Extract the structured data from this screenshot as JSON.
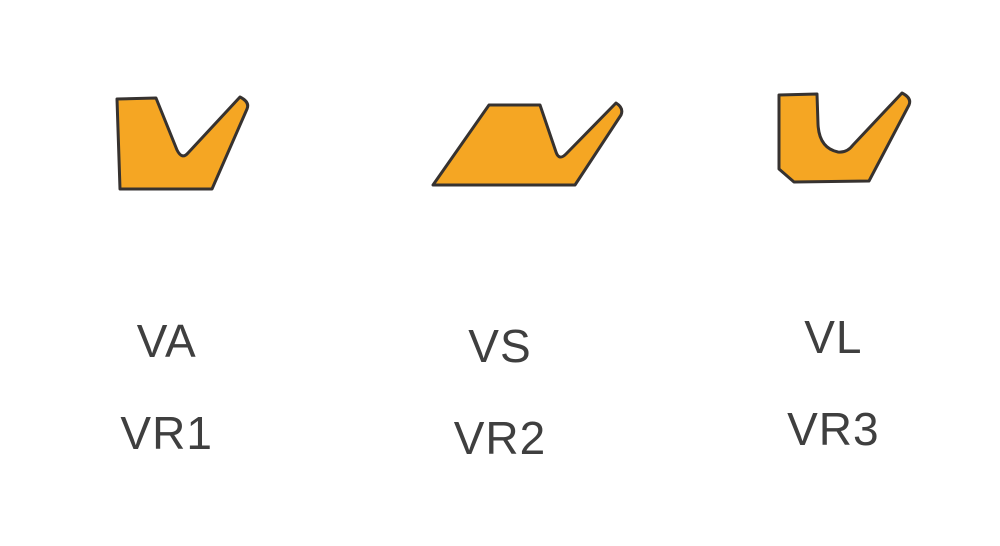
{
  "colors": {
    "background": "#ffffff",
    "profile_fill": "#F5A623",
    "profile_stroke": "#363230",
    "label_color": "#3f3f3f"
  },
  "profiles": [
    {
      "id": "va",
      "shape_icon": "va-seal-profile-icon",
      "type_label": "VA",
      "vr_label": "VR1"
    },
    {
      "id": "vs",
      "shape_icon": "vs-seal-profile-icon",
      "type_label": "VS",
      "vr_label": "VR2"
    },
    {
      "id": "vl",
      "shape_icon": "vl-seal-profile-icon",
      "type_label": "VL",
      "vr_label": "VR3"
    }
  ]
}
